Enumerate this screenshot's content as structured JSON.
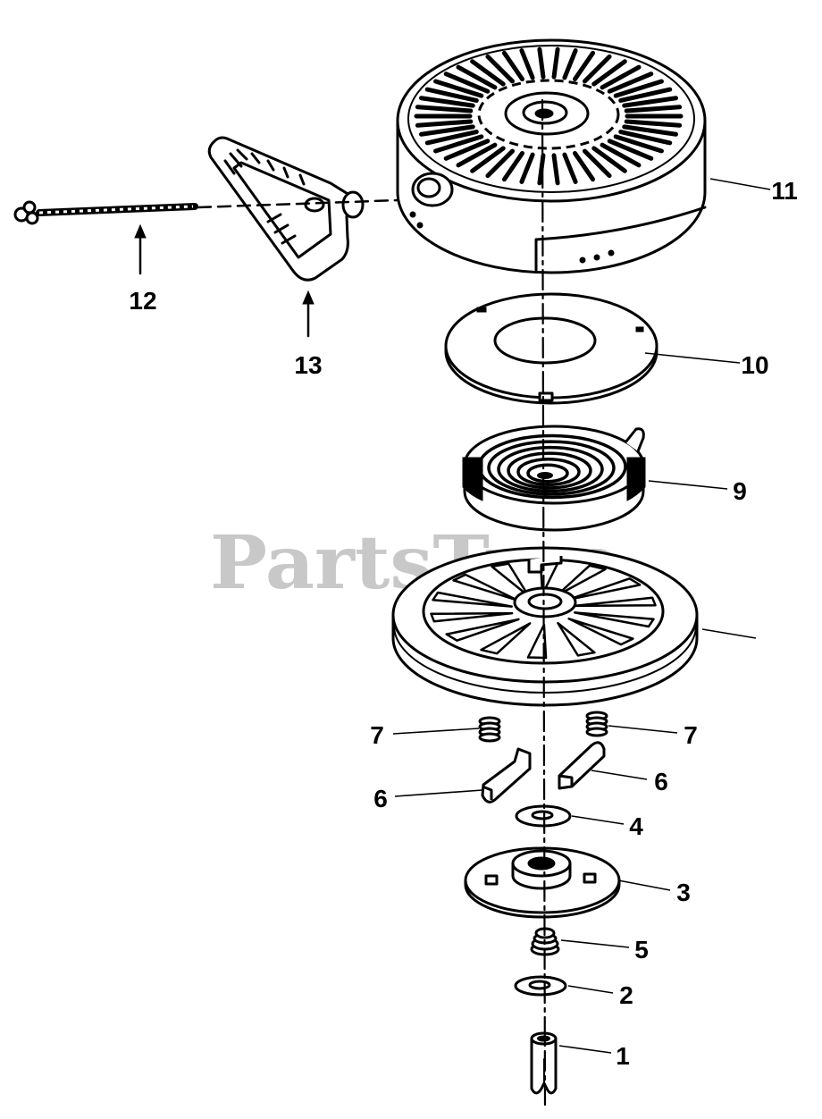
{
  "watermark": "PartsTree",
  "callouts": {
    "n11": "11",
    "n12": "12",
    "n13": "13",
    "n10": "10",
    "n9": "9",
    "n7_left": "7",
    "n7_right": "7",
    "n6_left": "6",
    "n6_right": "6",
    "n4": "4",
    "n3": "3",
    "n5": "5",
    "n2": "2",
    "n1": "1"
  },
  "colors": {
    "ink": "#000000",
    "watermark": "#c8c8c8",
    "background": "#ffffff"
  }
}
